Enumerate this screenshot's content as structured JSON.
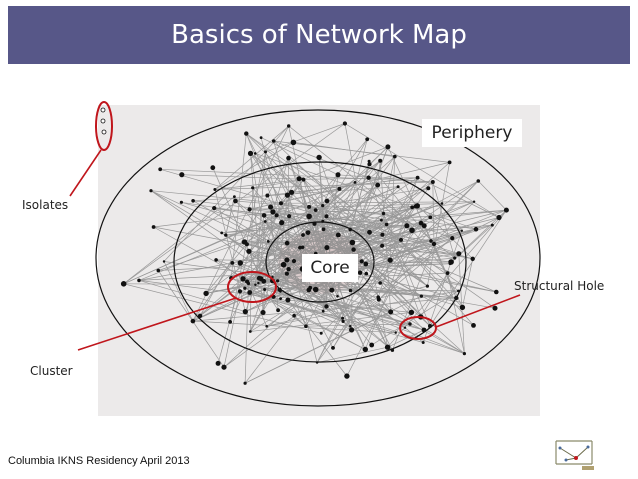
{
  "slide": {
    "title": "Basics of Network Map",
    "footer": "Columbia IKNS Residency April 2013"
  },
  "labels": {
    "periphery": "Periphery",
    "core": "Core",
    "isolates": "Isolates",
    "cluster": "Cluster",
    "structural_hole": "Structural Hole"
  },
  "colors": {
    "title_bar": "#575788",
    "annotation": "#c0161c",
    "edges": "#8a8a8a",
    "nodes": "#111111"
  },
  "logo_icon": "network-logo-icon"
}
